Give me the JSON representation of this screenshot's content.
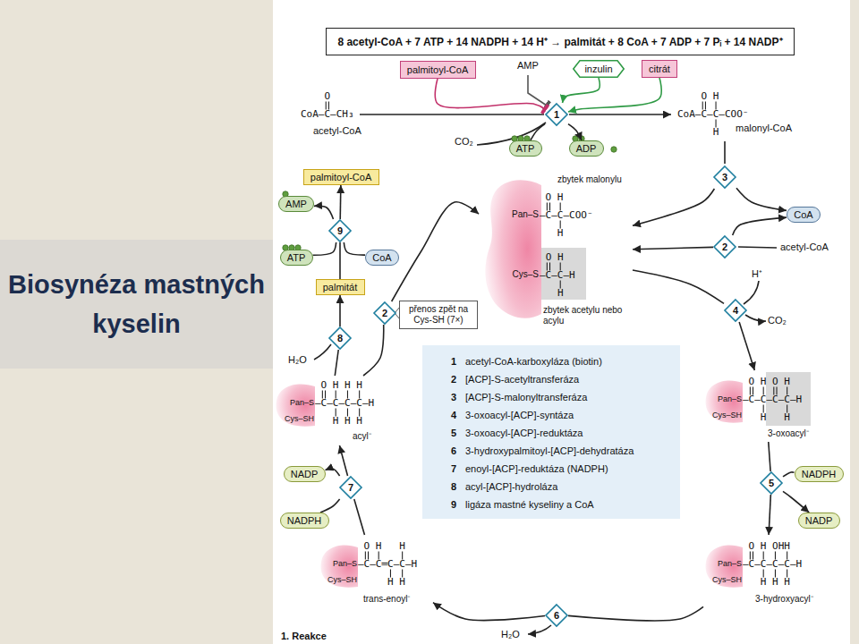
{
  "diagram": {
    "title": "Biosynéza mastných kyselin",
    "caption": "1. Reakce",
    "nodes": [
      {
        "text": [
          "8 acetyl-CoA + 7 ATP + 14 NADPH + 14 H⁺ → palmitát + 8 CoA + 7 ADP + 7 Pᵢ + 14 NADP⁺"
        ]
      },
      {
        "text": [
          "palmitoyl-CoA"
        ]
      },
      {
        "text": [
          "inzulin"
        ]
      },
      {
        "text": [
          "citrát"
        ]
      },
      {
        "text": [
          "1"
        ]
      },
      {
        "text": [
          "ATP"
        ]
      },
      {
        "text": [
          "ADP"
        ]
      },
      {
        "text": [
          "palmitoyl-CoA"
        ]
      },
      {
        "text": [
          "3"
        ]
      },
      {
        "text": [
          "Pan–S",
          "zbytek malonylu",
          "O",
          "H",
          "—C—C—COO⁻",
          "H",
          "Cys–S",
          "O",
          "H",
          "—C—C—H",
          "H",
          "zbytek acetylu nebo acylu"
        ]
      },
      {
        "text": [
          "CoA"
        ]
      },
      {
        "text": [
          "AMP"
        ]
      },
      {
        "text": [
          "9"
        ]
      },
      {
        "text": [
          "ATP"
        ]
      },
      {
        "text": [
          "CoA"
        ]
      },
      {
        "text": [
          "2"
        ]
      },
      {
        "text": [
          "palmitát"
        ]
      },
      {
        "text": [
          "přenos zpět na Cys-SH (7×)"
        ]
      },
      {
        "text": [
          "2"
        ]
      },
      {
        "text": [
          "4"
        ]
      },
      {
        "text": [
          "8"
        ]
      },
      {
        "text": [
          "1",
          "acetyl-CoA-karboxyláza (biotin)",
          "2",
          "[ACP]-S-acetyltransferáza",
          "3",
          "[ACP]-S-malonyltransferáza",
          "4",
          "3-oxoacyl-[ACP]-syntáza",
          "5",
          "3-oxoacyl-[ACP]-reduktáza",
          "6",
          "3-hydroxypalmitoyl-[ACP]-dehydratáza",
          "7",
          "enoyl-[ACP]-reduktáza (NADPH)",
          "8",
          "acyl-[ACP]-hydroláza",
          "9",
          "ligáza mastné kyseliny a CoA"
        ]
      },
      {
        "text": [
          "Pan–S",
          "Cys–SH",
          "O",
          "H",
          "H",
          "H",
          "—C—C—C—C—H",
          "H",
          "H",
          "H",
          "acyl⁻"
        ]
      },
      {
        "text": [
          "Pan–S",
          "Cys–SH",
          "O",
          "H",
          "O",
          "H",
          "—C—C—C—C—H",
          "H",
          "H",
          "3-oxoacyl⁻"
        ]
      },
      {
        "text": [
          "NADPH"
        ]
      },
      {
        "text": [
          "7"
        ]
      },
      {
        "text": [
          "NADPH"
        ]
      },
      {
        "text": [
          "5"
        ]
      },
      {
        "text": [
          "NADP"
        ]
      },
      {
        "text": [
          "NADP"
        ]
      },
      {
        "text": [
          "Pan–S",
          "Cys–SH",
          "O",
          "H",
          "H",
          "—C—C═C—C—H",
          "H",
          "H",
          "trans-enoyl⁻"
        ]
      },
      {
        "text": [
          "Pan–S",
          "Cys–SH",
          "O",
          "H",
          "OH",
          "H",
          "—C—C—C—C—H",
          "H",
          "H",
          "H",
          "3-hydroxyacyl⁻"
        ]
      },
      {
        "text": [
          "6"
        ]
      }
    ],
    "edges": [
      {
        "from": 1,
        "to": 4,
        "arrow": "to"
      },
      {
        "from": 2,
        "to": 4,
        "arrow": "to"
      },
      {
        "from": 3,
        "to": 4,
        "arrow": "to"
      },
      {
        "from": 5,
        "to": 4,
        "arrow": "none"
      },
      {
        "from": 4,
        "to": 6,
        "arrow": "to"
      },
      {
        "from": 8,
        "to": 9,
        "arrow": "to"
      },
      {
        "from": 8,
        "to": 10,
        "arrow": "to"
      },
      {
        "from": 15,
        "to": 9,
        "arrow": "to"
      },
      {
        "from": 15,
        "to": 10,
        "arrow": "to"
      },
      {
        "from": 9,
        "to": 19,
        "arrow": "none"
      },
      {
        "from": 19,
        "to": 23,
        "arrow": "to"
      },
      {
        "from": 23,
        "to": 27,
        "arrow": "none"
      },
      {
        "from": 27,
        "to": 31,
        "arrow": "to"
      },
      {
        "from": 26,
        "to": 27,
        "arrow": "none"
      },
      {
        "from": 27,
        "to": 28,
        "arrow": "to"
      },
      {
        "from": 31,
        "to": 32,
        "arrow": "none"
      },
      {
        "from": 32,
        "to": 30,
        "arrow": "to"
      },
      {
        "from": 30,
        "to": 25,
        "arrow": "none"
      },
      {
        "from": 25,
        "to": 22,
        "arrow": "to"
      },
      {
        "from": 24,
        "to": 25,
        "arrow": "none"
      },
      {
        "from": 25,
        "to": 29,
        "arrow": "to"
      },
      {
        "from": 22,
        "to": 18,
        "arrow": "none"
      },
      {
        "from": 18,
        "to": 9,
        "arrow": "to"
      },
      {
        "from": 22,
        "to": 20,
        "arrow": "none"
      },
      {
        "from": 20,
        "to": 16,
        "arrow": "to"
      },
      {
        "from": 16,
        "to": 12,
        "arrow": "none"
      },
      {
        "from": 12,
        "to": 7,
        "arrow": "to"
      },
      {
        "from": 13,
        "to": 12,
        "arrow": "none"
      },
      {
        "from": 12,
        "to": 11,
        "arrow": "to"
      },
      {
        "from": 14,
        "to": 12,
        "arrow": "none"
      }
    ],
    "labels": [
      "AMP",
      "CO₂",
      "O",
      "CoA—C—CH₃",
      "acetyl-CoA",
      "O",
      "H",
      "CoA—C—C—COO⁻",
      "H",
      "malonyl-CoA",
      "H⁺",
      "CO₂",
      "acetyl-CoA",
      "H₂O",
      "H₂O"
    ]
  }
}
